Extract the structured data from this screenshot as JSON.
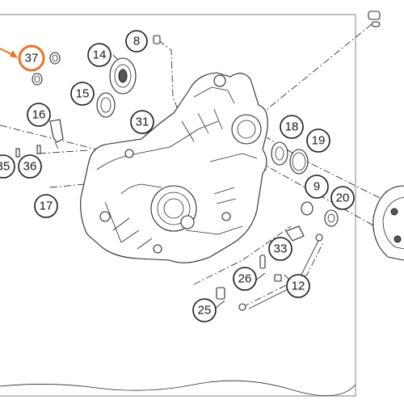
{
  "diagram": {
    "callouts": [
      {
        "id": "37",
        "label": "37",
        "highlight": true
      },
      {
        "id": "8",
        "label": "8"
      },
      {
        "id": "14",
        "label": "14"
      },
      {
        "id": "15",
        "label": "15"
      },
      {
        "id": "16",
        "label": "16"
      },
      {
        "id": "31",
        "label": "31"
      },
      {
        "id": "35",
        "label": "35"
      },
      {
        "id": "36",
        "label": "36"
      },
      {
        "id": "17",
        "label": "17"
      },
      {
        "id": "18",
        "label": "18"
      },
      {
        "id": "19",
        "label": "19"
      },
      {
        "id": "9",
        "label": "9"
      },
      {
        "id": "20",
        "label": "20"
      },
      {
        "id": "33",
        "label": "33"
      },
      {
        "id": "26",
        "label": "26"
      },
      {
        "id": "12",
        "label": "12"
      },
      {
        "id": "25",
        "label": "25"
      }
    ],
    "colors": {
      "highlight": "#e8742a",
      "line": "#1a1a1a",
      "frame": "#9a9a9a"
    }
  }
}
